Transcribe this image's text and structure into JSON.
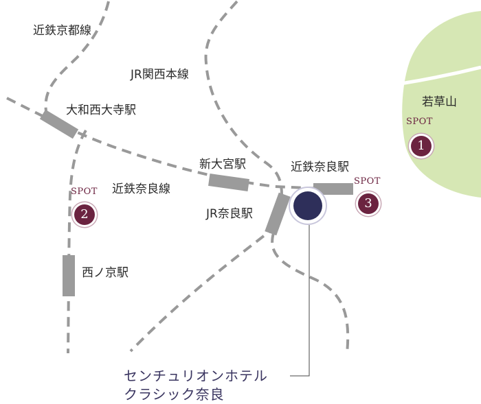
{
  "colors": {
    "park": "#d6e7b4",
    "rail": "#999999",
    "station_block": "#9b9b9b",
    "spot": "#6b2340",
    "hotel": "#2e2f5a",
    "text": "#2a2a2a"
  },
  "park": {
    "name": "若草山"
  },
  "rail_lines": [
    {
      "name": "近鉄京都線"
    },
    {
      "name": "JR関西本線"
    },
    {
      "name": "近鉄奈良線"
    }
  ],
  "stations": [
    {
      "name": "大和西大寺駅"
    },
    {
      "name": "新大宮駅"
    },
    {
      "name": "近鉄奈良駅"
    },
    {
      "name": "JR奈良駅"
    },
    {
      "name": "西ノ京駅"
    }
  ],
  "spots": [
    {
      "label": "SPOT",
      "number": "1"
    },
    {
      "label": "SPOT",
      "number": "2"
    },
    {
      "label": "SPOT",
      "number": "3"
    }
  ],
  "hotel": {
    "name_line1": "センチュリオンホテル",
    "name_line2": "クラシック奈良",
    "icon": "hotel-marker-icon"
  }
}
